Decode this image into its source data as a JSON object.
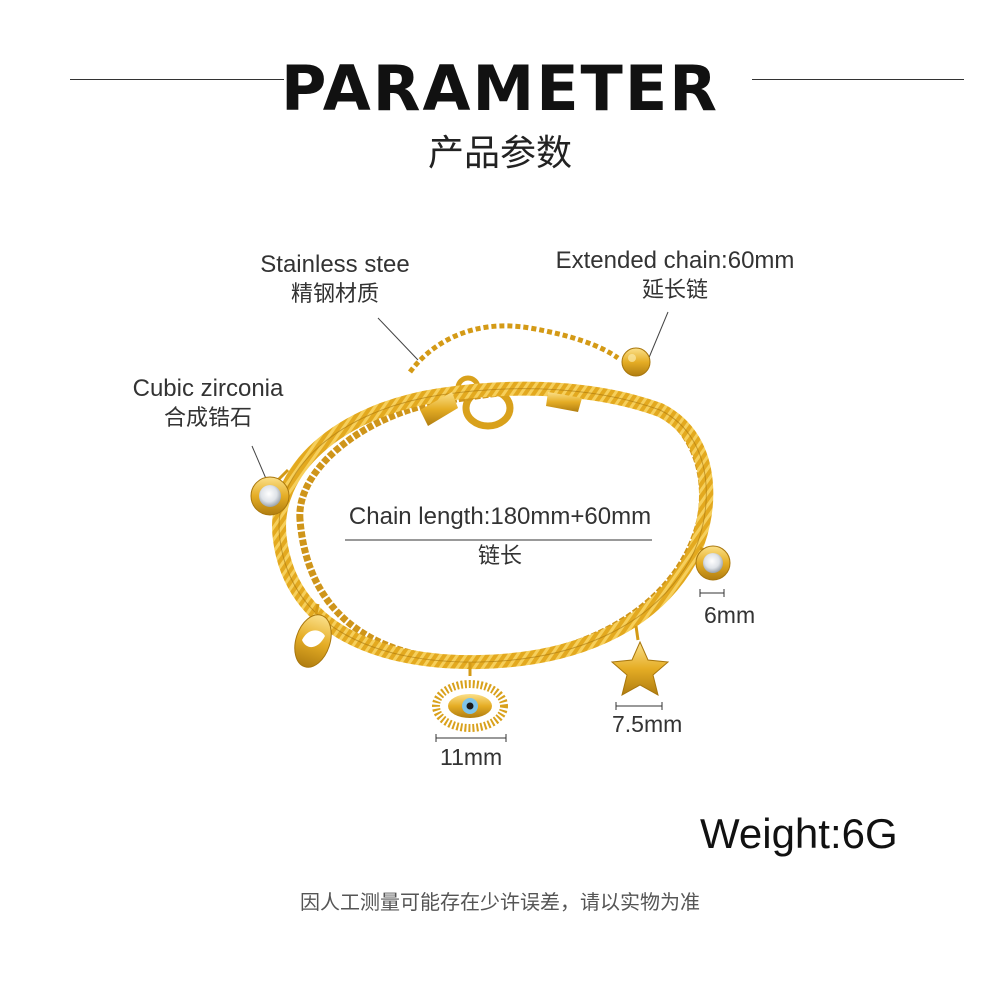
{
  "header": {
    "title": "PARAMETER",
    "subtitle": "产品参数"
  },
  "labels": {
    "material": {
      "en": "Stainless stee",
      "cn": "精钢材质"
    },
    "extension": {
      "en": "Extended chain:60mm",
      "cn": "延长链"
    },
    "stone": {
      "en": "Cubic zirconia",
      "cn": "合成锆石"
    },
    "chain_length": {
      "en": "Chain length:180mm+60mm",
      "cn": "链长"
    }
  },
  "dimensions": {
    "zircon": "6mm",
    "star": "7.5mm",
    "eye": "11mm"
  },
  "weight": "Weight:6G",
  "footnote": "因人工测量可能存在少许误差，请以实物为准",
  "colors": {
    "gold": "#e0a820",
    "gold_dark": "#b07d10",
    "gold_light": "#f8d66a",
    "eye_blue": "#7fc4e8",
    "text": "#333333"
  },
  "icons": [
    "bracelet-image",
    "evil-eye-charm-icon",
    "star-charm-icon",
    "lips-charm-icon",
    "zircon-charm-icon",
    "lobster-clasp-icon",
    "tag-disc-icon"
  ]
}
